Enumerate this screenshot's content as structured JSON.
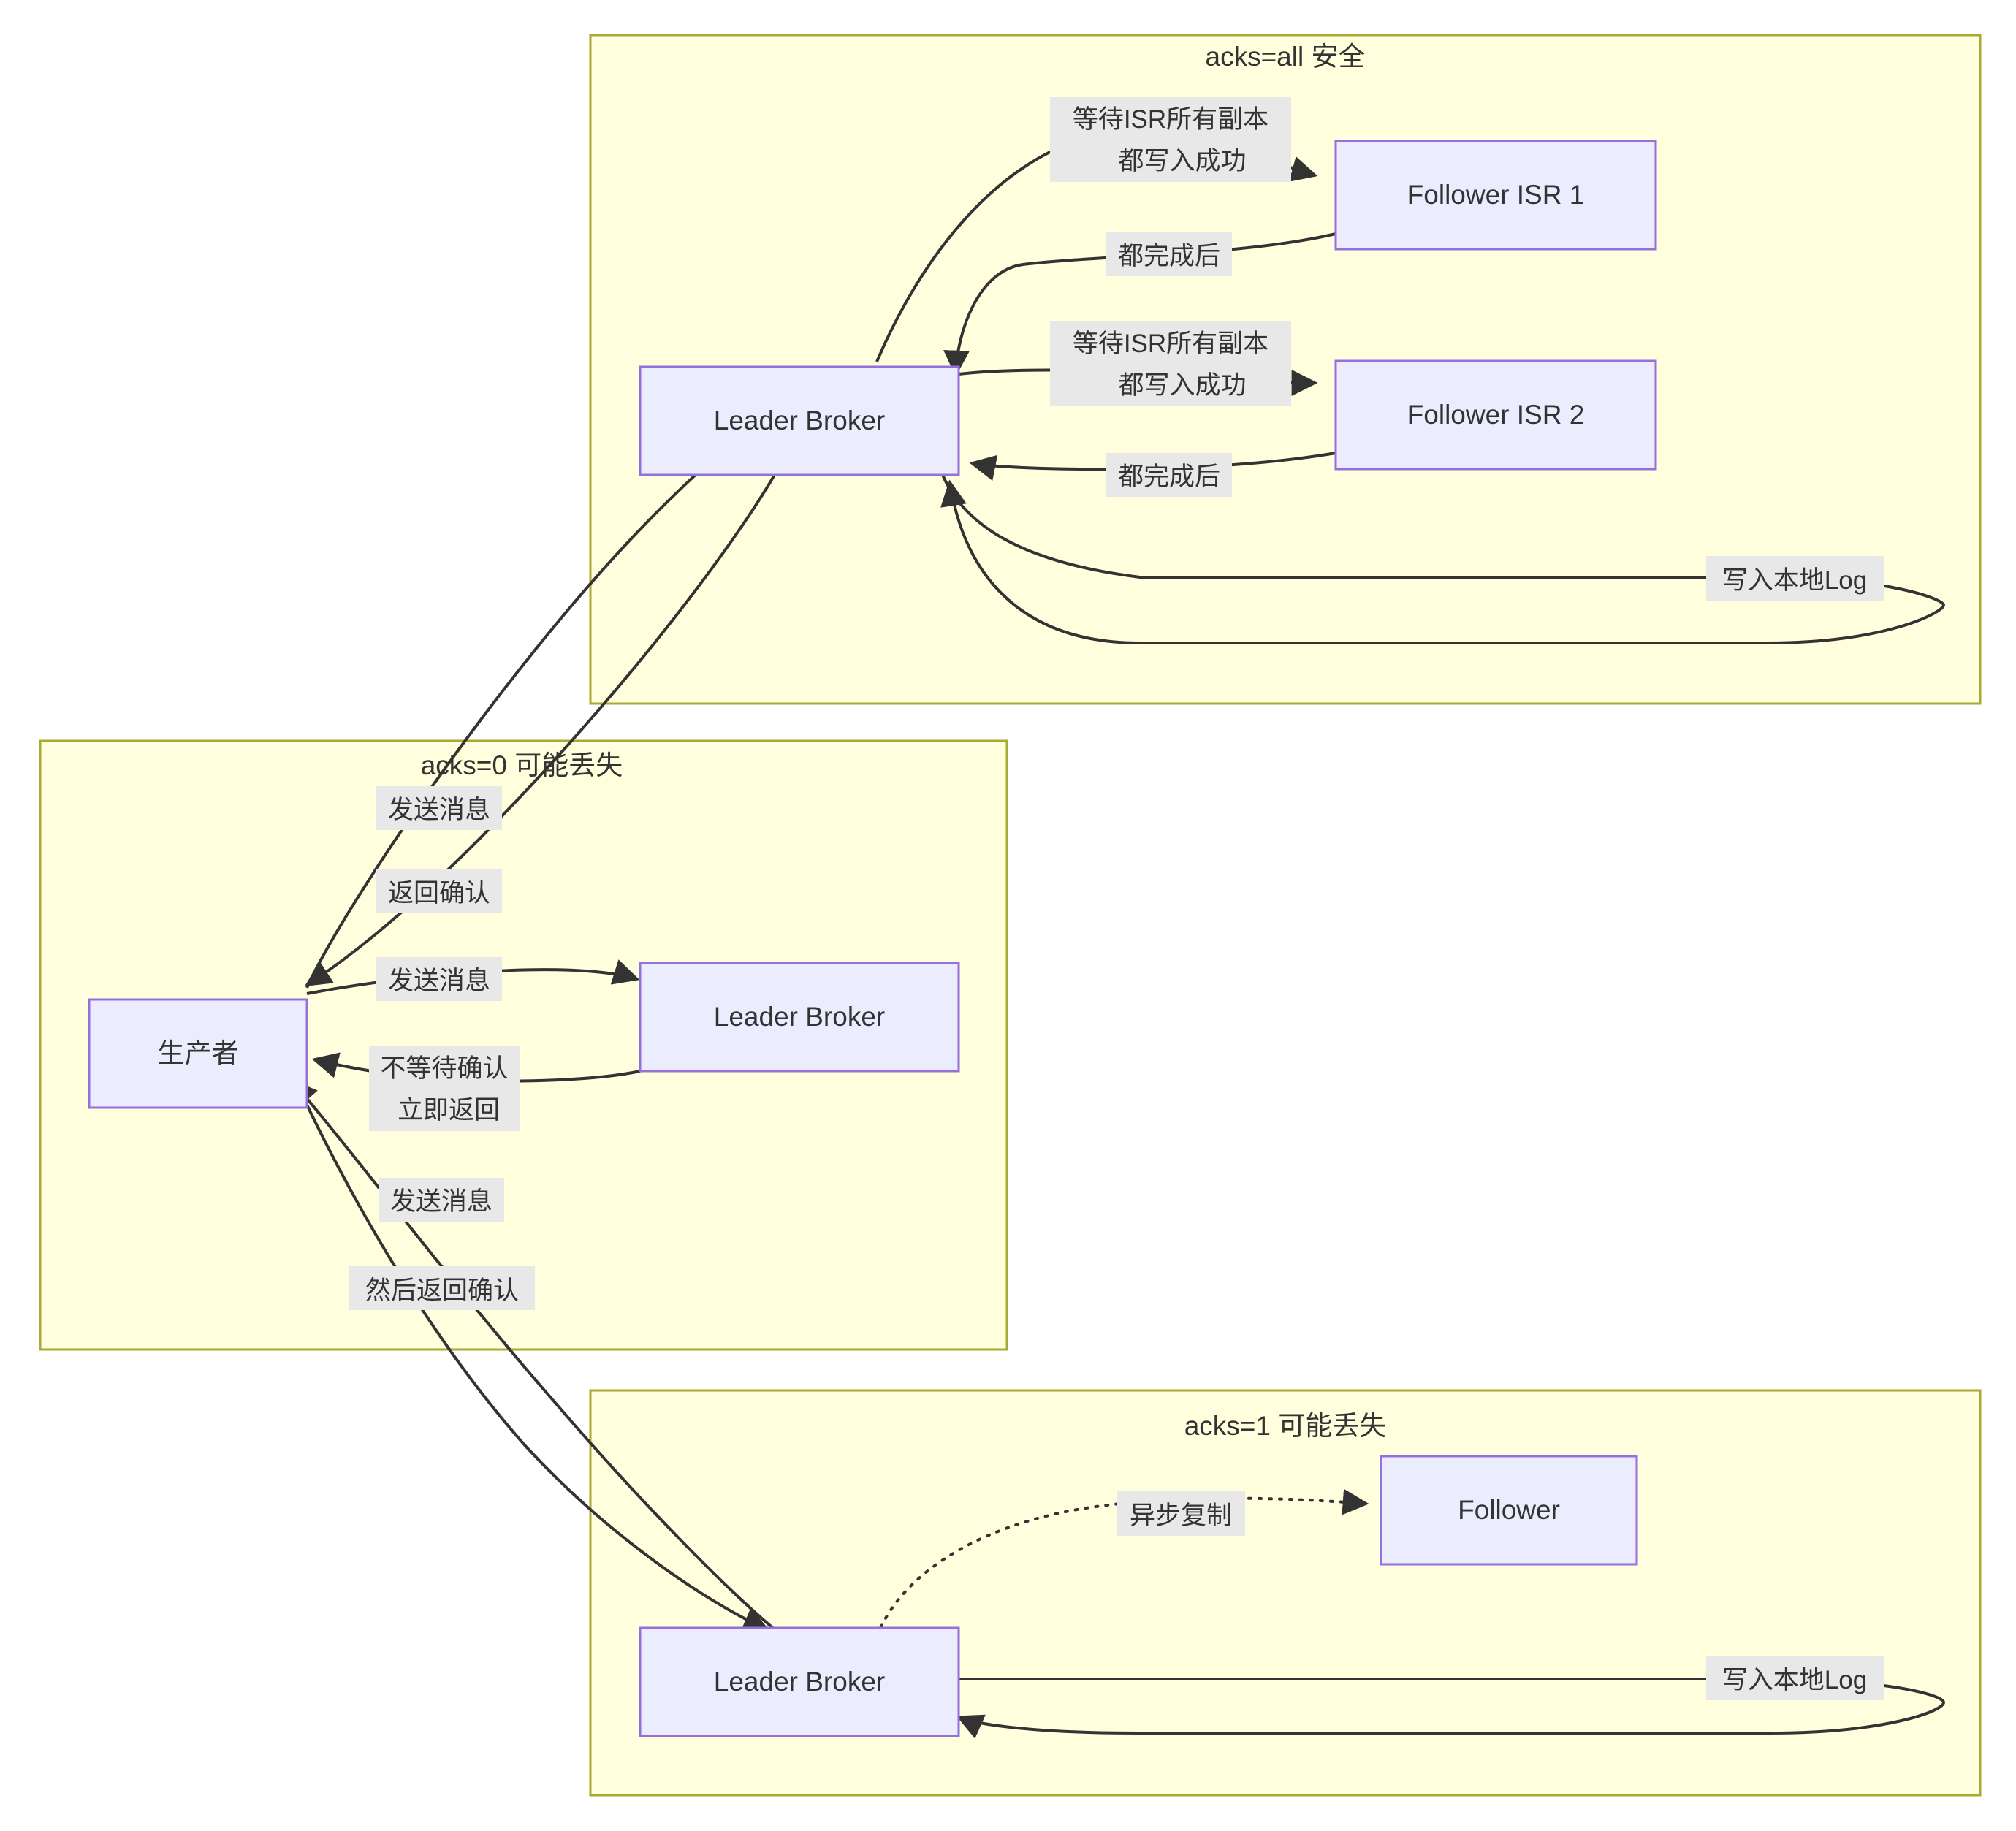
{
  "diagram": {
    "type": "flowchart",
    "title": "Kafka acks 配置对比流程图",
    "colors": {
      "cluster_fill": "#ffffdd",
      "cluster_stroke": "#aaaa33",
      "node_fill": "#ececff",
      "node_stroke": "#9370db",
      "edge_stroke": "#333333",
      "label_bg": "#e8e8e8",
      "text": "#333333"
    },
    "clusters": [
      {
        "id": "acks_all",
        "title": "acks=all 安全"
      },
      {
        "id": "acks_0",
        "title": "acks=0 可能丢失"
      },
      {
        "id": "acks_1",
        "title": "acks=1 可能丢失"
      }
    ],
    "nodes": [
      {
        "id": "leader_all",
        "label": "Leader Broker",
        "cluster": "acks_all"
      },
      {
        "id": "isr1",
        "label": "Follower ISR 1",
        "cluster": "acks_all"
      },
      {
        "id": "isr2",
        "label": "Follower ISR 2",
        "cluster": "acks_all"
      },
      {
        "id": "producer",
        "label": "生产者",
        "cluster": "acks_0"
      },
      {
        "id": "leader_0",
        "label": "Leader Broker",
        "cluster": "acks_0"
      },
      {
        "id": "leader_1",
        "label": "Leader Broker",
        "cluster": "acks_1"
      },
      {
        "id": "follower_1",
        "label": "Follower",
        "cluster": "acks_1"
      }
    ],
    "edges": [
      {
        "id": "e1",
        "from": "producer",
        "to": "leader_all",
        "label": "发送消息",
        "style": "solid"
      },
      {
        "id": "e2",
        "from": "leader_all",
        "to": "producer",
        "label": "返回确认",
        "style": "solid"
      },
      {
        "id": "e3",
        "from": "leader_all",
        "to": "isr1",
        "label": "等待ISR所有副本\n都写入成功",
        "style": "solid"
      },
      {
        "id": "e4",
        "from": "isr1",
        "to": "leader_all",
        "label": "都完成后",
        "style": "solid"
      },
      {
        "id": "e5",
        "from": "leader_all",
        "to": "isr2",
        "label": "等待ISR所有副本\n都写入成功",
        "style": "solid"
      },
      {
        "id": "e6",
        "from": "isr2",
        "to": "leader_all",
        "label": "都完成后",
        "style": "solid"
      },
      {
        "id": "e7",
        "from": "leader_all",
        "to": "leader_all",
        "label": "写入本地Log",
        "style": "solid"
      },
      {
        "id": "e8",
        "from": "producer",
        "to": "leader_0",
        "label": "发送消息",
        "style": "solid"
      },
      {
        "id": "e9",
        "from": "leader_0",
        "to": "producer",
        "label": "不等待确认\n立即返回",
        "style": "solid"
      },
      {
        "id": "e10",
        "from": "producer",
        "to": "leader_1",
        "label": "发送消息",
        "style": "solid"
      },
      {
        "id": "e11",
        "from": "leader_1",
        "to": "producer",
        "label": "然后返回确认",
        "style": "solid"
      },
      {
        "id": "e12",
        "from": "leader_1",
        "to": "follower_1",
        "label": "异步复制",
        "style": "dotted"
      },
      {
        "id": "e13",
        "from": "leader_1",
        "to": "leader_1",
        "label": "写入本地Log",
        "style": "solid"
      }
    ],
    "edge_labels": {
      "l_send_all": {
        "line1": "发送消息"
      },
      "l_ack_all": {
        "line1": "返回确认"
      },
      "l_isr1": {
        "line1": "等待ISR所有副本",
        "line2": "都写入成功"
      },
      "l_done1": {
        "line1": "都完成后"
      },
      "l_isr2": {
        "line1": "等待ISR所有副本",
        "line2": "都写入成功"
      },
      "l_done2": {
        "line1": "都完成后"
      },
      "l_writelog_all": {
        "line1": "写入本地Log"
      },
      "l_send_0": {
        "line1": "发送消息"
      },
      "l_noack_0": {
        "line1": "不等待确认",
        "line2": "立即返回"
      },
      "l_send_1": {
        "line1": "发送消息"
      },
      "l_then_ack_1": {
        "line1": "然后返回确认"
      },
      "l_async": {
        "line1": "异步复制"
      },
      "l_writelog_1": {
        "line1": "写入本地Log"
      }
    }
  }
}
